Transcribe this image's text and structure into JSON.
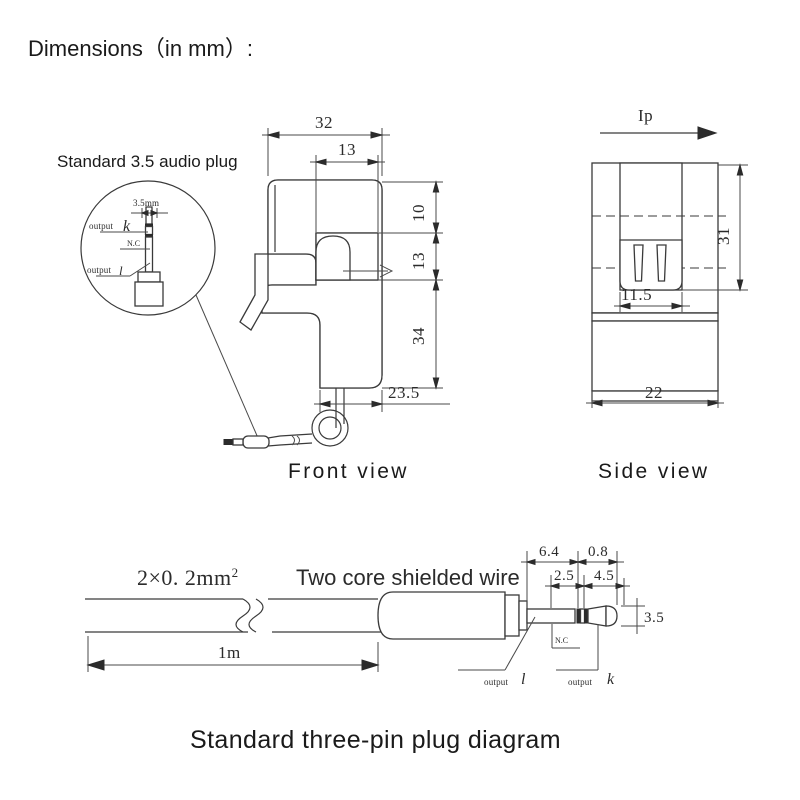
{
  "page": {
    "heading": "Dimensions（in mm）:"
  },
  "detail_callout": {
    "title": "Standard 3.5 audio plug",
    "plug_width": "3.5mm",
    "label_output_k_prefix": "output",
    "label_output_k_symbol": "k",
    "label_nc": "N.C",
    "label_output_l_prefix": "output",
    "label_output_l_symbol": "l"
  },
  "front_view": {
    "caption": "Front view",
    "dims": {
      "overall_width": "32",
      "jaw_width": "13",
      "top_height": "10",
      "jaw_height": "13",
      "body_height": "34",
      "body_width": "23.5"
    }
  },
  "side_view": {
    "caption": "Side view",
    "current_label": "Ip",
    "dims": {
      "height": "31",
      "jaw_width": "11.5",
      "body_width": "22"
    }
  },
  "plug_diagram": {
    "caption": "Standard three-pin plug diagram",
    "wire_spec_serif": "2×0. 2mm",
    "wire_spec_sup": "2",
    "wire_spec_sans": "Two core shielded wire",
    "cable_length": "1m",
    "dims": {
      "sleeve_len": "6.4",
      "tip_len": "0.8",
      "ring_pos": "2.5",
      "tip_pos": "4.5",
      "diameter": "3.5"
    },
    "label_nc": "N.C",
    "label_output_l_prefix": "output",
    "label_output_l_symbol": "l",
    "label_output_k_prefix": "output",
    "label_output_k_symbol": "k"
  },
  "colors": {
    "line": "#3a3a3a",
    "text": "#1a1a1a",
    "background": "#ffffff"
  }
}
